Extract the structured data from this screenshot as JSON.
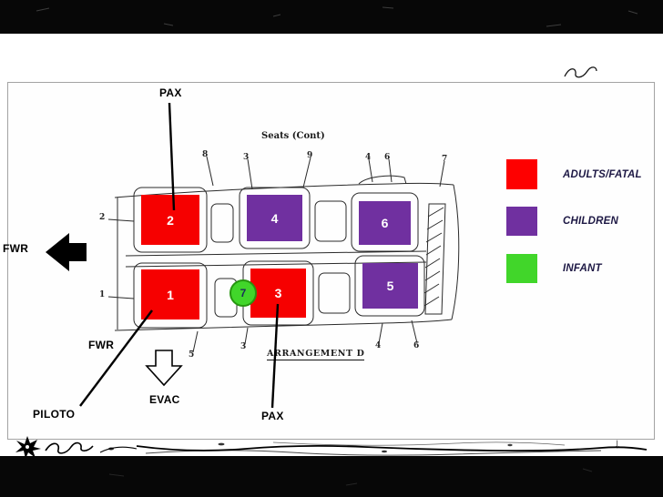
{
  "scan": {
    "title": "Seats (Cont)",
    "arrangement": "ARRANGEMENT D",
    "callouts": [
      "8",
      "3",
      "9",
      "4",
      "6",
      "7",
      "2",
      "1",
      "5",
      "3",
      "4",
      "6"
    ]
  },
  "annotations": {
    "pax_top": "PAX",
    "pax_bottom": "PAX",
    "fwr_left": "FWR",
    "fwr_inner": "FWR",
    "evac": "EVAC",
    "piloto": "PILOTO"
  },
  "seats": {
    "s1": {
      "number": "1",
      "color": "#f60000"
    },
    "s2": {
      "number": "2",
      "color": "#f60000"
    },
    "s3": {
      "number": "3",
      "color": "#f60000"
    },
    "s4": {
      "number": "4",
      "color": "#7030a0"
    },
    "s5": {
      "number": "5",
      "color": "#7030a0"
    },
    "s6": {
      "number": "6",
      "color": "#7030a0"
    },
    "s7": {
      "number": "7",
      "color": "#41d62a"
    }
  },
  "legend": {
    "items": [
      {
        "label": "ADULTS/FATAL",
        "color": "#fe0000"
      },
      {
        "label": "CHILDREN",
        "color": "#7030a0"
      },
      {
        "label": "INFANT",
        "color": "#41d62a"
      }
    ]
  },
  "footer": {
    "down_arrow": "↓"
  }
}
